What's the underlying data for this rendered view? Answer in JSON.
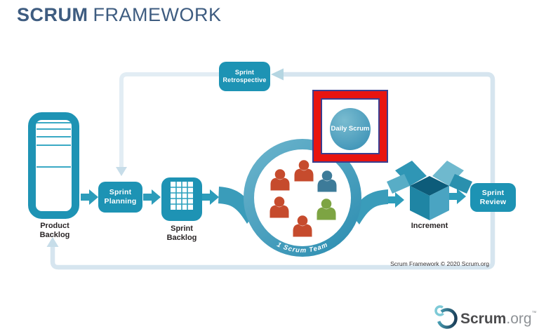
{
  "header": {
    "title_bold": "SCRUM",
    "title_rest": "FRAMEWORK"
  },
  "diagram": {
    "nodes": {
      "product_backlog": {
        "label": "Product Backlog"
      },
      "sprint_planning": {
        "label": "Sprint Planning"
      },
      "sprint_backlog": {
        "label": "Sprint Backlog"
      },
      "scrum_team": {
        "label": "1 Scrum Team",
        "member_colors": [
          "orange",
          "orange",
          "blue",
          "orange",
          "green",
          "orange"
        ]
      },
      "daily_scrum": {
        "label": "Daily Scrum"
      },
      "increment": {
        "label": "Increment"
      },
      "sprint_review": {
        "label": "Sprint Review"
      },
      "sprint_retrospective": {
        "label": "Sprint Retrospective"
      }
    },
    "annotation": {
      "type": "highlight-box",
      "target": "Daily Scrum",
      "color": "#e81410",
      "outline_color": "#3a3f90"
    },
    "copyright": "Scrum Framework © 2020 Scrum.org"
  },
  "footer": {
    "logo_bold": "Scrum",
    "logo_rest": ".org",
    "trademark": "™"
  },
  "colors": {
    "teal": "#1d93b4",
    "ring_blue": "#4fa5c3",
    "pale_arrow": "#d6e5ef",
    "title": "#3e5c80",
    "label_text": "#2a2526",
    "person_orange": "#c64b2d",
    "person_blue": "#3d7b99",
    "person_green": "#7da443",
    "highlight_red": "#e81410"
  }
}
